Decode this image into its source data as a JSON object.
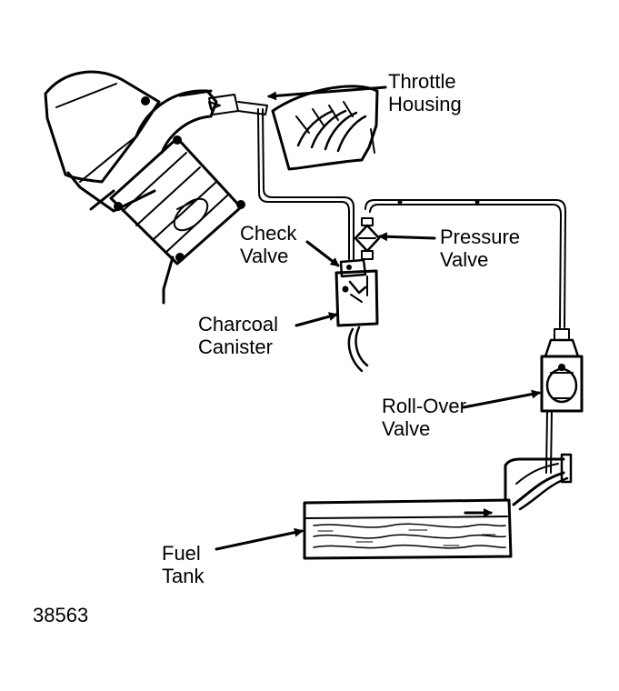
{
  "labels": {
    "throttle_housing": [
      "Throttle",
      "Housing"
    ],
    "check_valve": [
      "Check",
      "Valve"
    ],
    "pressure_valve": [
      "Pressure",
      "Valve"
    ],
    "charcoal_canister": [
      "Charcoal",
      "Canister"
    ],
    "roll_over_valve": [
      "Roll-Over",
      "Valve"
    ],
    "fuel_tank": [
      "Fuel",
      "Tank"
    ]
  },
  "figure_number": "38563",
  "colors": {
    "ink": "#000000",
    "background": "#ffffff"
  }
}
